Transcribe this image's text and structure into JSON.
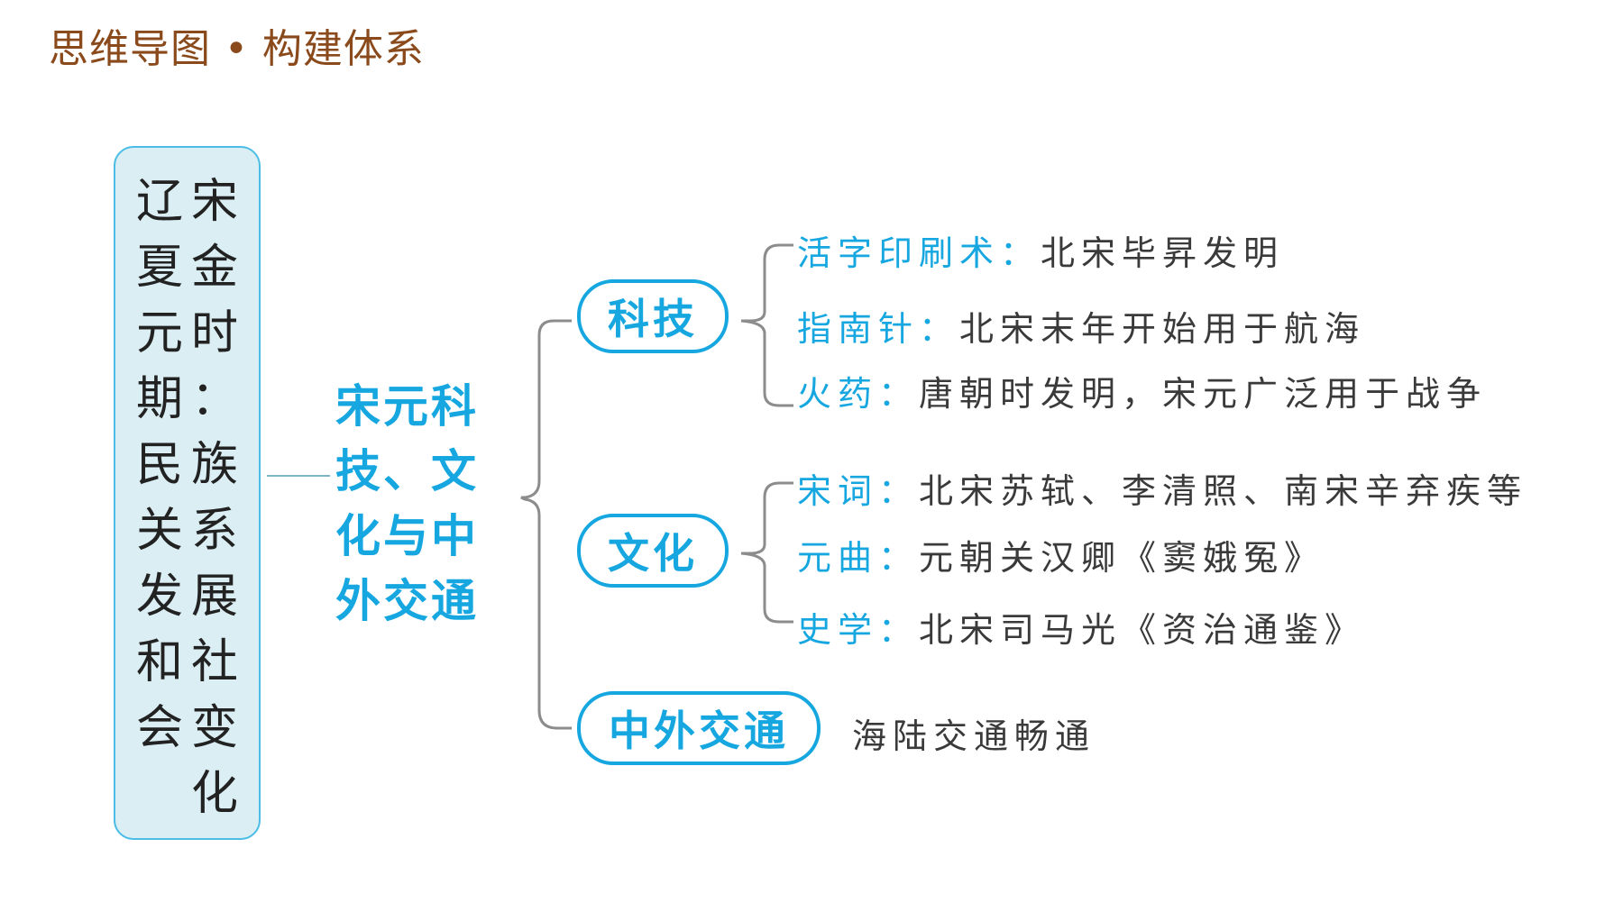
{
  "header": {
    "title": "思维导图 • 构建体系"
  },
  "root": {
    "column_right": [
      "宋",
      "金",
      "时",
      "：",
      "族",
      "系",
      "展",
      "社",
      "变",
      "化"
    ],
    "column_left": [
      "辽",
      "夏",
      "元",
      "期",
      "民",
      "关",
      "发",
      "和",
      "会"
    ]
  },
  "topic": {
    "lines": [
      "宋元科",
      "技、文",
      "化与中",
      "外交通"
    ]
  },
  "branches": {
    "tech": {
      "label": "科技",
      "items": [
        {
          "term": "活字印刷术：",
          "desc": "北宋毕昇发明"
        },
        {
          "term": "指南针：",
          "desc": "北宋末年开始用于航海"
        },
        {
          "term": "火药：",
          "desc": "唐朝时发明，宋元广泛用于战争"
        }
      ]
    },
    "culture": {
      "label": "文化",
      "items": [
        {
          "term": "宋词：",
          "desc": "北宋苏轼、李清照、南宋辛弃疾等"
        },
        {
          "term": "元曲：",
          "desc": "元朝关汉卿《窦娥冤》"
        },
        {
          "term": "史学：",
          "desc": "北宋司马光《资治通鉴》"
        }
      ]
    },
    "exchange": {
      "label": "中外交通",
      "desc": "海陆交通畅通"
    }
  },
  "colors": {
    "accent": "#16a7e0",
    "header": "#8a4a1b",
    "root_fill": "#daeef3",
    "line": "#8c8c8c"
  }
}
